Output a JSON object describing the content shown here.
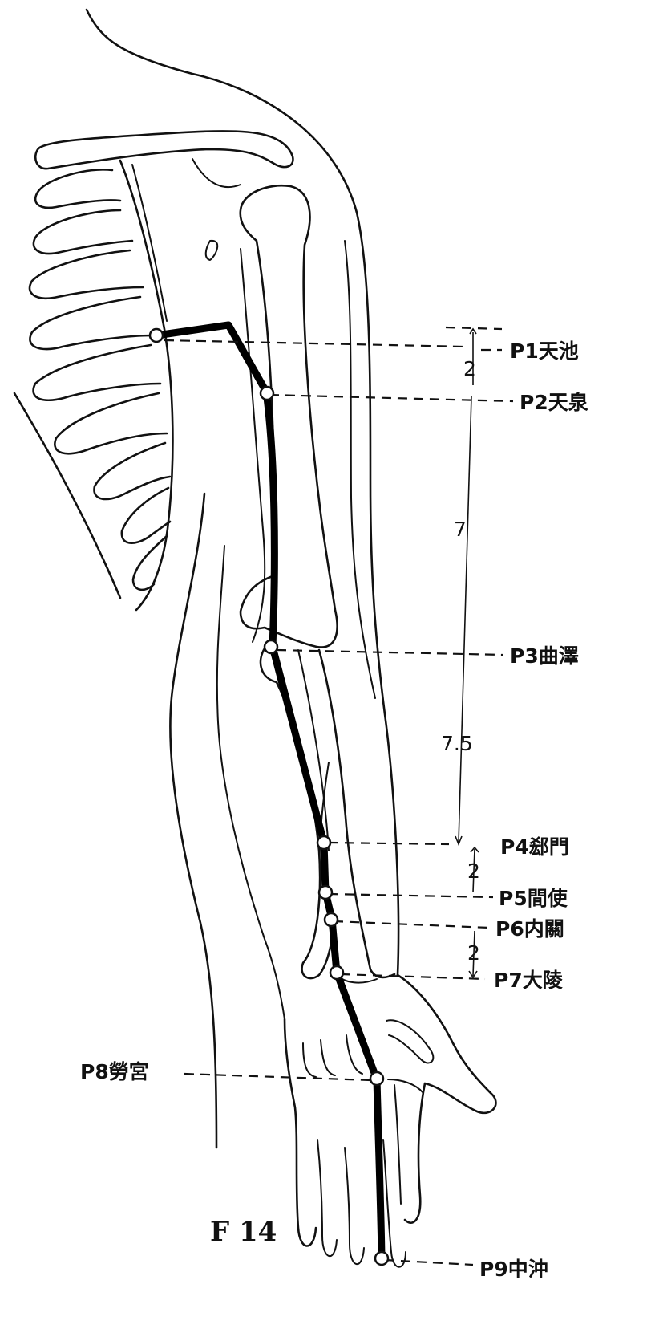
{
  "figure_label": "F 14",
  "points": [
    {
      "id": "P1",
      "label": "P1天池"
    },
    {
      "id": "P2",
      "label": "P2天泉"
    },
    {
      "id": "P3",
      "label": "P3曲澤"
    },
    {
      "id": "P4",
      "label": "P4郄門"
    },
    {
      "id": "P5",
      "label": "P5間使"
    },
    {
      "id": "P6",
      "label": "P6内關"
    },
    {
      "id": "P7",
      "label": "P7大陵"
    },
    {
      "id": "P8",
      "label": "P8勞宮"
    },
    {
      "id": "P9",
      "label": "P9中沖"
    }
  ],
  "measurements": [
    {
      "between": "P1-P2",
      "value": "2"
    },
    {
      "between": "P2-P3",
      "value": "7"
    },
    {
      "between": "P3-P4",
      "value": "7.5"
    },
    {
      "between": "P4-P5",
      "value": "2"
    },
    {
      "between": "P6-P7",
      "value": "2"
    }
  ]
}
